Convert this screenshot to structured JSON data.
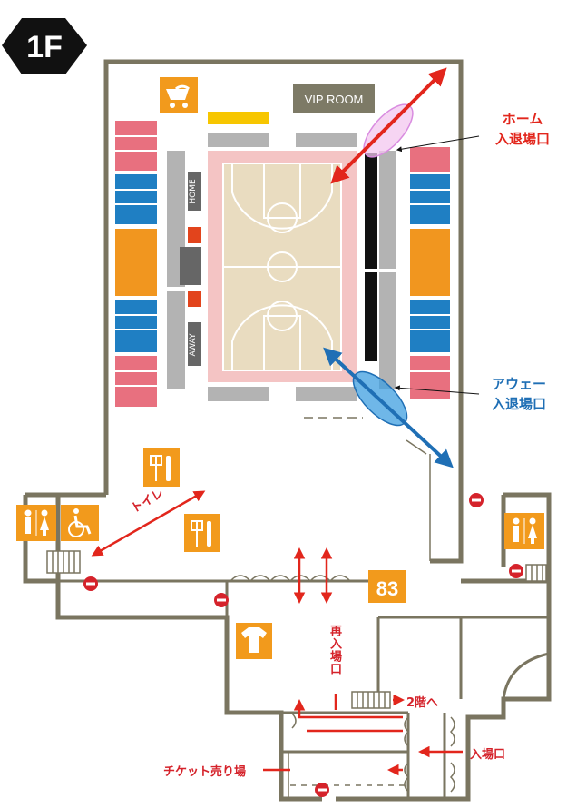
{
  "floor_badge": "1F",
  "labels": {
    "vip_room": "VIP ROOM",
    "home_bench": "HOME",
    "away_bench": "AWAY",
    "home_entrance_line1": "ホーム",
    "home_entrance_line2": "入退場口",
    "away_entrance_line1": "アウェー",
    "away_entrance_line2": "入退場口",
    "toilet_arrow": "トイレ",
    "reentry": "再入場口",
    "to_2f": "2階へ",
    "entrance": "入場口",
    "ticket_booth": "チケット売り場",
    "gate_number": "83"
  },
  "icons": [
    "stroller-icon",
    "restaurant-icon",
    "restroom-icon",
    "wheelchair-icon",
    "tshirt-icon",
    "no-entry-icon"
  ],
  "colors": {
    "wall": "#7a7560",
    "court_floor": "#e9dcc0",
    "court_border": "#f4c4c4",
    "seat_pink": "#e8707f",
    "seat_blue": "#1f7fc3",
    "seat_orange": "#f1961f",
    "seat_gray": "#b3b3b3",
    "facility_orange": "#f29a1c",
    "arrow_red": "#e2261c",
    "arrow_blue": "#1f6fb5",
    "vip_box": "#7d7a66",
    "yellow_bar": "#f7c600"
  }
}
